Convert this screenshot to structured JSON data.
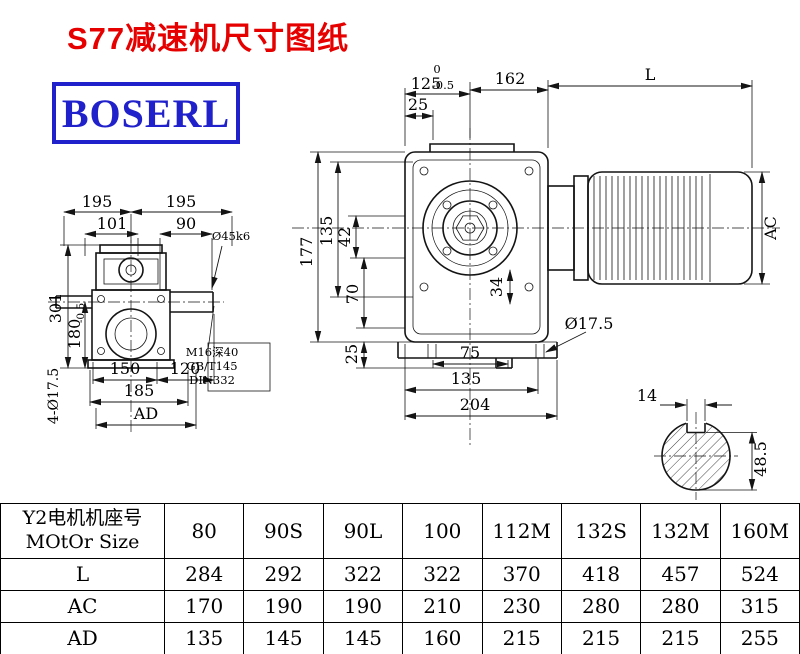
{
  "title": "S77减速机尺寸图纸",
  "logo": "BOSERL",
  "left_view": {
    "dim_195_left": "195",
    "dim_195_right": "195",
    "dim_101": "101",
    "dim_90": "90",
    "dim_shaft_dia": "Ø45k6",
    "dim_301": "301",
    "dim_180": "180",
    "dim_180_tol": "-0.5",
    "dim_holes": "4-Ø17.5",
    "dim_150": "150",
    "dim_120": "120",
    "dim_185": "185",
    "dim_AD": "AD",
    "note_line1": "M16深40",
    "note_line2": "GB/T145",
    "note_line3": "DIN332"
  },
  "right_view": {
    "dim_125_tol_upper": "0",
    "dim_125": "125",
    "dim_125_tol_lower": "-0.5",
    "dim_162": "162",
    "dim_L": "L",
    "dim_25_top": "25",
    "dim_177": "177",
    "dim_135_left": "135",
    "dim_42": "42",
    "dim_70": "70",
    "dim_25_left": "25",
    "dim_34": "34",
    "dim_75": "75",
    "dim_135_bottom": "135",
    "dim_204": "204",
    "dim_foot_hole": "Ø17.5",
    "dim_AC": "AC"
  },
  "shaft_detail": {
    "dim_14": "14",
    "dim_48_5": "48.5"
  },
  "table": {
    "header": {
      "line1": "Y2电机机座号",
      "line2": "MOtOr Size"
    },
    "columns": [
      "80",
      "90S",
      "90L",
      "100",
      "112M",
      "132S",
      "132M",
      "160M"
    ],
    "rows": [
      {
        "label": "L",
        "values": [
          "284",
          "292",
          "322",
          "322",
          "370",
          "418",
          "457",
          "524"
        ]
      },
      {
        "label": "AC",
        "values": [
          "170",
          "190",
          "190",
          "210",
          "230",
          "280",
          "280",
          "315"
        ]
      },
      {
        "label": "AD",
        "values": [
          "135",
          "145",
          "145",
          "160",
          "215",
          "215",
          "215",
          "255"
        ]
      }
    ]
  }
}
